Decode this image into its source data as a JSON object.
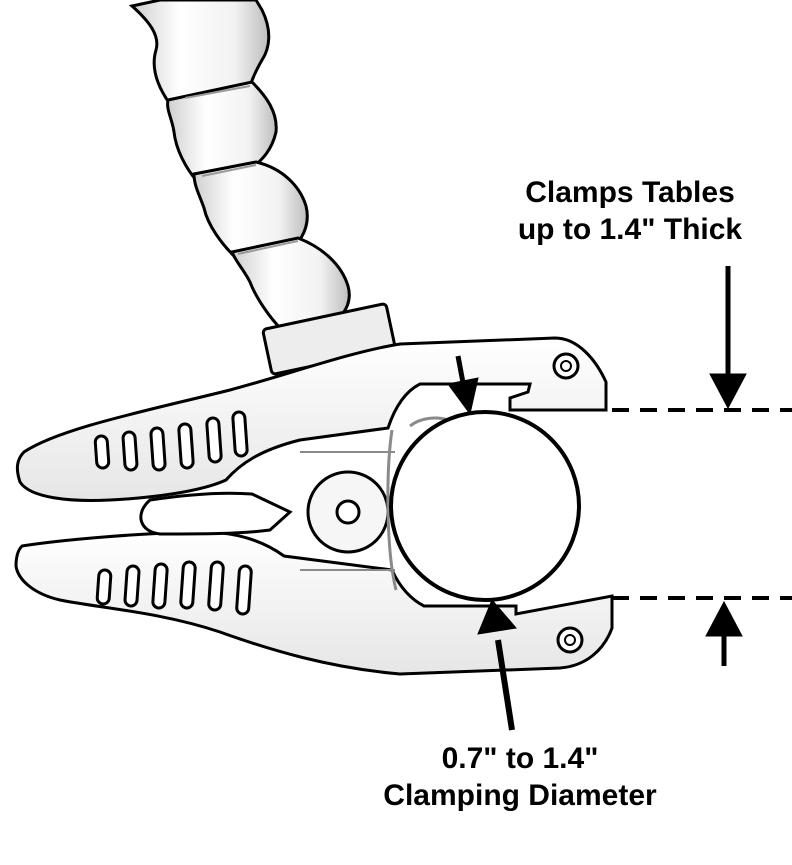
{
  "table_thickness_callout": {
    "line1": "Clamps Tables",
    "line2": "up to 1.4\" Thick"
  },
  "diameter_callout": {
    "line1": "0.7\" to 1.4\"",
    "line2": "Clamping Diameter"
  },
  "colors": {
    "outline": "#000000",
    "body": "#ffffff",
    "shading": "#d9d9d9",
    "dim_line": "#000000"
  }
}
